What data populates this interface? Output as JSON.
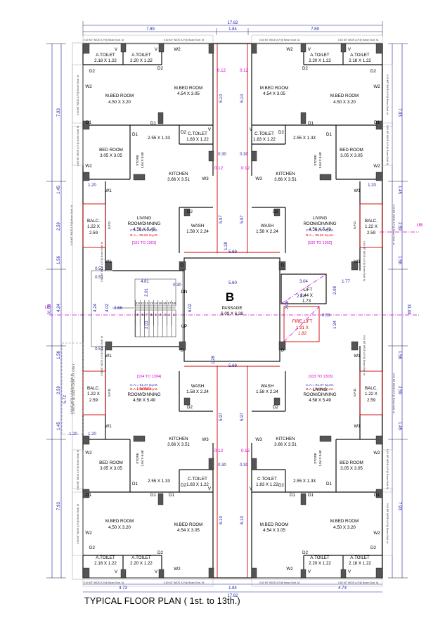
{
  "caption": "TYPICAL FLOOR PLAN ( 1st. to 13th.)",
  "dims": {
    "top_total": "17.62",
    "top_left": "7.89",
    "top_mid": "1.84",
    "top_right": "7.89",
    "bottom_total": "17.62",
    "bottom_left": "4.73",
    "bottom_mid": "1.84",
    "bottom_right": "4.73",
    "side_total": "31.08",
    "side_7_93": "7.93",
    "side_1_45": "1.45",
    "side_2_59": "2.59",
    "side_1_56": "1.56",
    "side_4_24": "4.24",
    "side_5_72": "5.72",
    "w_6_10": "6.10",
    "w_5_97": "5.97",
    "w_0_30": "0.30",
    "w_0_12": "0.12",
    "w_1_28": "1.28",
    "w_1_20": "1.20",
    "w_0_51": "0.51",
    "w_4_81": "4.81",
    "w_2_01": "2.01",
    "w_2_66": "2.66",
    "w_4_02": "4.02",
    "w_6_02": "6.02",
    "w_5_60": "5.60",
    "w_5_69": "5.69",
    "w_3_04": "3.04",
    "w_1_77": "1.77",
    "w_2_08": "2.08",
    "w_2_51": "2.51",
    "w_0_53": "0.53",
    "w_1_94": "1.94",
    "ub": "UB"
  },
  "rooms": {
    "a_toilet": "A.TOILET",
    "a_toilet_size_a": "2.18 X 1.22",
    "a_toilet_size_b": "2.20 X 1.22",
    "m_bed": "M.BED ROOM",
    "m_bed_size_a": "4.50 X 3.20",
    "m_bed_size_b": "4.54 X 3.05",
    "c_toilet": "C.TOILET",
    "c_toilet_size": "1.83 X 1.22",
    "small_space_size": "2.55 X 1.33",
    "bed": "BED ROOM",
    "bed_size": "3.05 X 3.05",
    "store": "STORE",
    "store_size": "1.04 X 0.68",
    "kitchen": "KITCHEN",
    "kitchen_size": "3.66 X 3.51",
    "living_line1": "LIVING",
    "living_line2": "ROOM/DINNING",
    "living_size_top": "4.58 X 5.49",
    "living_size_bottom": "4.58 X 5.49",
    "wash": "WASH",
    "wash_size": "1.58 X 2.24",
    "balc": "BALC.",
    "balc_size_a": "1.22 X",
    "balc_size_b": "2.59",
    "sfd": "S.F.D.",
    "ca": "C.A.= 91.37 sq.mt.",
    "ba": "B.A.= 99.62 sq.mt.",
    "flat_101": "[101 TO 1301]",
    "flat_102": "[102 TO 1302]",
    "flat_103": "[103 TO 1303]",
    "flat_104": "[104 TO 1304]",
    "passage_letter": "B",
    "passage": "PASSAGE",
    "passage_size": "6.09 X 6.38",
    "lift": "LIFT",
    "lift_size": "2.44 X",
    "lift_size_b": "1.73",
    "fire_lift": "FIRE LIFT",
    "fire_lift_size": "1.91 X",
    "fire_lift_size_b": "1.82",
    "dn": "DN",
    "up": "UP",
    "canopy": "CANOPY @ 2ND FLOOR LVL ONLY",
    "shaft_label": "0.60 MT WIDE A.P.@ Beam Bott. lvl.",
    "door_d": "D",
    "door_d1": "D1",
    "door_d2": "D2",
    "win_w": "W",
    "win_w1": "W1",
    "win_w2": "W2",
    "win_w3": "W3",
    "vent_v": "V"
  },
  "stair_steps_top": [
    "10",
    "11",
    "12",
    "13",
    "14",
    "15",
    "16",
    "17",
    "18"
  ],
  "stair_steps_bottom": [
    "9",
    "8",
    "7",
    "6",
    "5",
    "4",
    "3",
    "2",
    "1"
  ]
}
